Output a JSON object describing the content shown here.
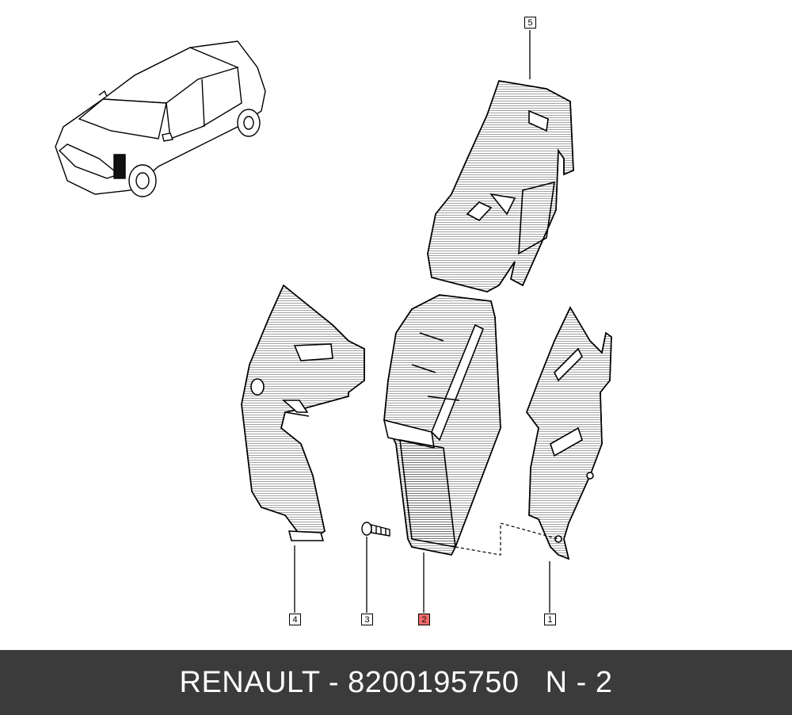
{
  "callouts": {
    "c5": "5",
    "c4": "4",
    "c3": "3",
    "c2": "2",
    "c1": "1"
  },
  "highlight_color": "#f06a6a",
  "footer": {
    "text": "RENAULT - 8200195750   N - 2"
  }
}
